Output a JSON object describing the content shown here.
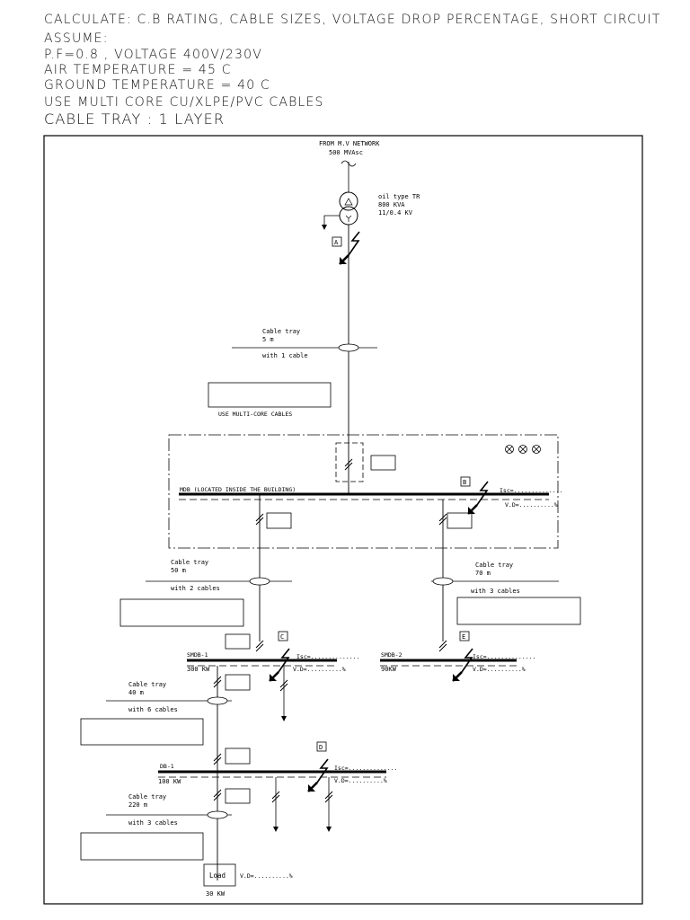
{
  "header": {
    "line1": "CALCULATE: C.B RATING, CABLE SIZES, VOLTAGE DROP PERCENTAGE, SHORT CIRCUIT",
    "line2": "ASSUME:",
    "line3": "P.F=0.8 , VOLTAGE 400V/230V",
    "line4": "AIR TEMPERATURE = 45 C",
    "line5": "GROUND TEMPERATURE = 40 C",
    "line6": "USE MULTI CORE CU/XLPE/PVC CABLES",
    "line7": "CABLE TRAY :     1 LAYER"
  },
  "source": {
    "line1": "FROM M.V NETWORK",
    "line2": "500 MVAsc"
  },
  "transformer": {
    "line1": "oil type TR",
    "line2": "800 KVA",
    "line3": "11/0.4 KV"
  },
  "fault_points": [
    "A",
    "B",
    "C",
    "E",
    "D"
  ],
  "cable1": {
    "line1": "Cable tray",
    "line2": "5 m",
    "line3": "with 1 cable",
    "note": "USE MULTI-CORE CABLES"
  },
  "mdb": {
    "label": "MDB (LOCATED INSIDE THE BUILDING)",
    "isc": "Isc=..............",
    "vd": "V.D=..........%"
  },
  "cable2": {
    "line1": "Cable tray",
    "line2": "50 m",
    "line3": "with 2 cables"
  },
  "cable3": {
    "line1": "Cable tray",
    "line2": "70 m",
    "line3": "with 3 cables"
  },
  "smdb1": {
    "name": "SMDB-1",
    "load": "300 KW",
    "isc": "Isc=..............",
    "vd": "V.D=..........%"
  },
  "smdb2": {
    "name": "SMDB-2",
    "load": "90KW",
    "isc": "Isc=..............",
    "vd": "V.D=..........%"
  },
  "cable4": {
    "line1": "Cable tray",
    "line2": "40 m",
    "line3": "with 6 cables"
  },
  "db1": {
    "name": "DB-1",
    "load": "100 KW",
    "isc": "Isc=..............",
    "vd": "V.D=..........%"
  },
  "cable5": {
    "line1": "Cable tray",
    "line2": "220 m",
    "line3": "with 3 cables"
  },
  "load": {
    "label": "Load",
    "vd": "V.D=..........%",
    "power": "30 KW"
  }
}
